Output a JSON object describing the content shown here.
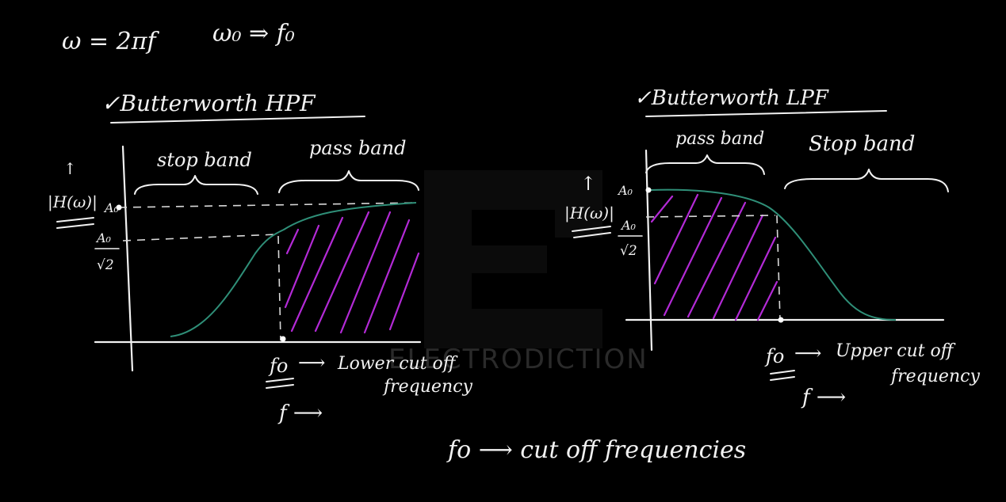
{
  "header": {
    "omega_relation": "ω = 2πf",
    "omega0_relation": "ω₀ ⇒ f₀"
  },
  "hpf": {
    "title": "✓Butterworth HPF",
    "stop_band": "stop band",
    "pass_band": "pass band",
    "y_axis_label": "|H(ω)|",
    "a0_label": "A₀",
    "a0_root2_num": "A₀",
    "a0_root2_den": "√2",
    "fo_label": "fo",
    "fo_desc_line1": "Lower cut off",
    "fo_desc_line2": "frequency",
    "f_arrow": "f ⟶"
  },
  "lpf": {
    "title": "✓Butterworth LPF",
    "pass_band": "pass band",
    "stop_band": "Stop band",
    "y_axis_label": "|H(ω)|",
    "a0_label": "A₀",
    "a0_root2_num": "A₀",
    "a0_root2_den": "√2",
    "fo_label": "fo",
    "fo_desc_line1": "Upper cut off",
    "fo_desc_line2": "frequency",
    "f_arrow": "f ⟶"
  },
  "footer": {
    "fo_note": "fo ⟶ cut off frequencies"
  },
  "watermark": {
    "text": "ELECTRODICTION"
  },
  "colors": {
    "background": "#000000",
    "chalk": "#f2f2f2",
    "curve": "#2f8f78",
    "hatch": "#b32ad6"
  }
}
